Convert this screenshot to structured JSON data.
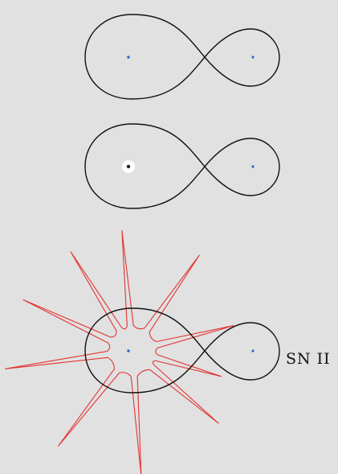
{
  "colors": {
    "background": "#e1e1e1",
    "curve": "#111111",
    "star": "#e33333",
    "focus_blue": "#3366cc",
    "focus_dark": "#222222",
    "focus_halo": "#ffffff"
  },
  "figures": [
    {
      "name": "figure-eight-top",
      "has_halo": false,
      "has_star": false,
      "label": ""
    },
    {
      "name": "figure-eight-middle",
      "has_halo": true,
      "has_star": false,
      "label": ""
    },
    {
      "name": "figure-eight-bottom",
      "has_halo": false,
      "has_star": true,
      "label": "SN II"
    }
  ],
  "star": {
    "spike_count": 10
  }
}
